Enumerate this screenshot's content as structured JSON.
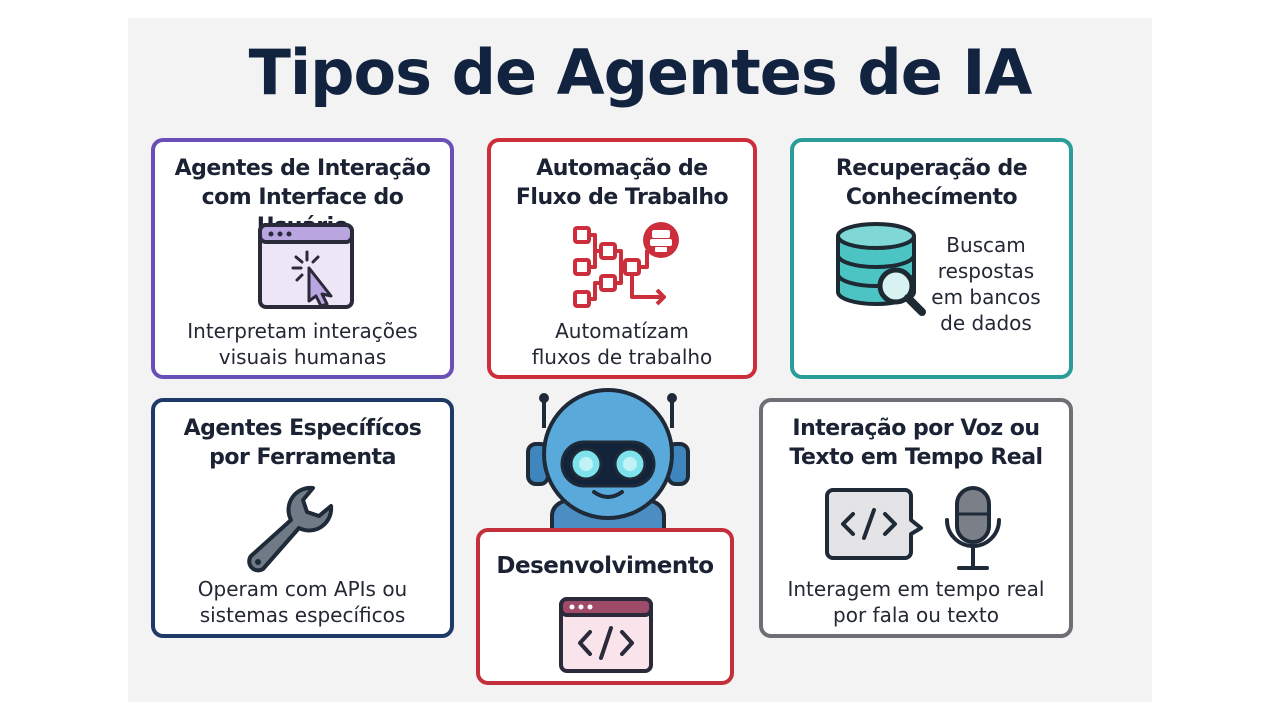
{
  "title": "Tipos de Agentes de IA",
  "colors": {
    "title": "#12233f",
    "ui_border": "#6a4fb6",
    "flow_border": "#cc2f3b",
    "knowledge_border": "#2a9d98",
    "tool_border": "#1f3a68",
    "dev_border": "#c42f3c",
    "voice_border": "#6e6e74"
  },
  "cards": {
    "ui": {
      "title_line1": "Agentes de Interação",
      "title_line2": "com Interface do Usuário",
      "desc_line1": "Interpretam interações",
      "desc_line2": "visuais humanas",
      "icon": "browser-cursor-icon"
    },
    "flow": {
      "title_line1": "Automação de",
      "title_line2": "Fluxo de Trabalho",
      "desc_line1": "Automatízam",
      "desc_line2": "fluxos de trabalho",
      "icon": "workflow-icon"
    },
    "knowledge": {
      "title_line1": "Recuperação de",
      "title_line2": "Conhecímento",
      "desc_line1": "Buscam",
      "desc_line2": "respostas",
      "desc_line3": "em bancos",
      "desc_line4": "de dados",
      "icon": "database-search-icon"
    },
    "tool": {
      "title_line1": "Agentes Específícos",
      "title_line2": "por Ferramenta",
      "desc_line1": "Operam com APIs ou",
      "desc_line2": "sistemas específicos",
      "icon": "wrench-icon"
    },
    "dev": {
      "title": "Desenvolvimento",
      "icon": "code-window-icon"
    },
    "voice": {
      "title_line1": "Interação por Voz ou",
      "title_line2": "Texto em Tempo Real",
      "desc_line1": "Interagem em tempo real",
      "desc_line2": "por fala ou texto",
      "icons": [
        "code-chat-bubble-icon",
        "microphone-icon"
      ]
    }
  },
  "robot": {
    "icon": "robot-icon"
  }
}
